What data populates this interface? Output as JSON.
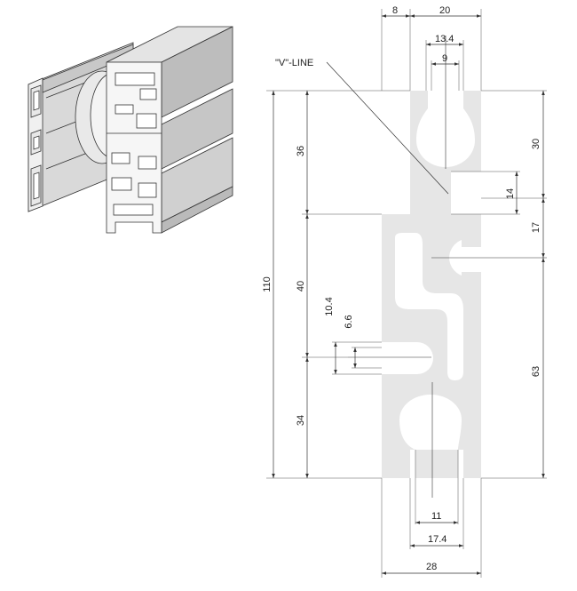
{
  "drawing": {
    "callout": "\"V\"-LINE",
    "colors": {
      "profile_fill": "#e6e6e6",
      "line": "#333333",
      "iso_light": "#f2f2f2",
      "iso_mid": "#d9d9d9",
      "iso_dark": "#bfbfbf"
    }
  },
  "dimensions": {
    "top_offset": "8",
    "top_width": "20",
    "slot_top_outer": "13.4",
    "slot_top_inner": "9",
    "left_36": "36",
    "left_40": "40",
    "left_34": "34",
    "total_110": "110",
    "right_30": "30",
    "right_14": "14",
    "right_17": "17",
    "right_63": "63",
    "side_outer": "10.4",
    "side_inner": "6.6",
    "bottom_inner": "11",
    "bottom_outer": "17.4",
    "bottom_total": "28"
  }
}
